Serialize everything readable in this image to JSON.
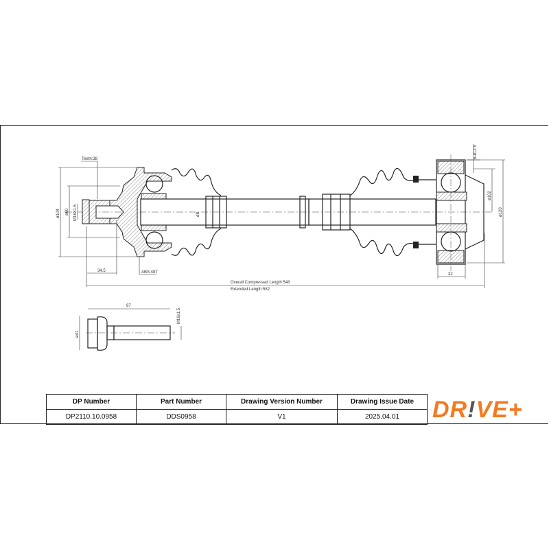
{
  "drawing": {
    "labels": {
      "teeth": "Teeth:38",
      "dia_outer_left": "ø104",
      "dia_60": "ø60",
      "thread_left": "M16X1.5",
      "dia_shaft": "ø8",
      "dim_34_5": "34.5",
      "abs": "ABS:48T",
      "overall_length": "Overall Compressed Length:548",
      "extended_length": "Extended Length:582",
      "bolt_holes": "6-ø12.5",
      "dia_102": "ø102",
      "dia_120": "ø120",
      "dim_32": "32",
      "bolt_length": "97",
      "bolt_dia": "ø41",
      "bolt_thread": "M16x1.5"
    }
  },
  "title_block": {
    "headers": [
      "DP Number",
      "Part Number",
      "Drawing Version Number",
      "Drawing Issue Date"
    ],
    "values": [
      "DP2110.10.0958",
      "DDS0958",
      "V1",
      "2025.04.01"
    ]
  },
  "logo": {
    "text": "DR!VE+",
    "color": "#f47a20",
    "accent": "#555555"
  }
}
